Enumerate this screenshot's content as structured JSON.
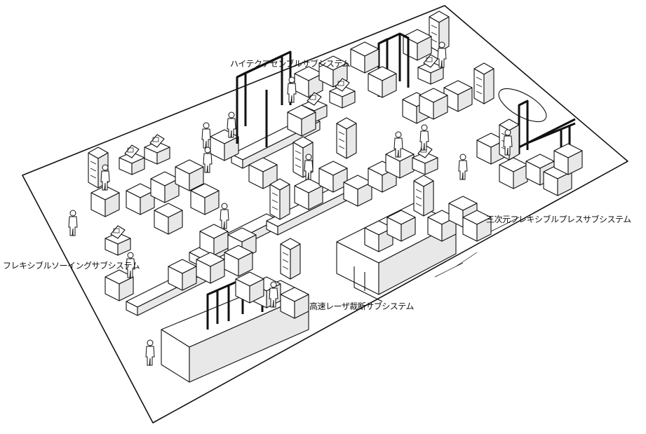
{
  "labels": {
    "hitech_assembly": "ハイテクアセンブルサブシステム",
    "press_3d": "三次元フレキシブルプレスサブシステム",
    "flexible_sawing": "フレキシブルソーイングサブシステム",
    "laser_cutting": "高速レーザ裁断サブシステム"
  }
}
